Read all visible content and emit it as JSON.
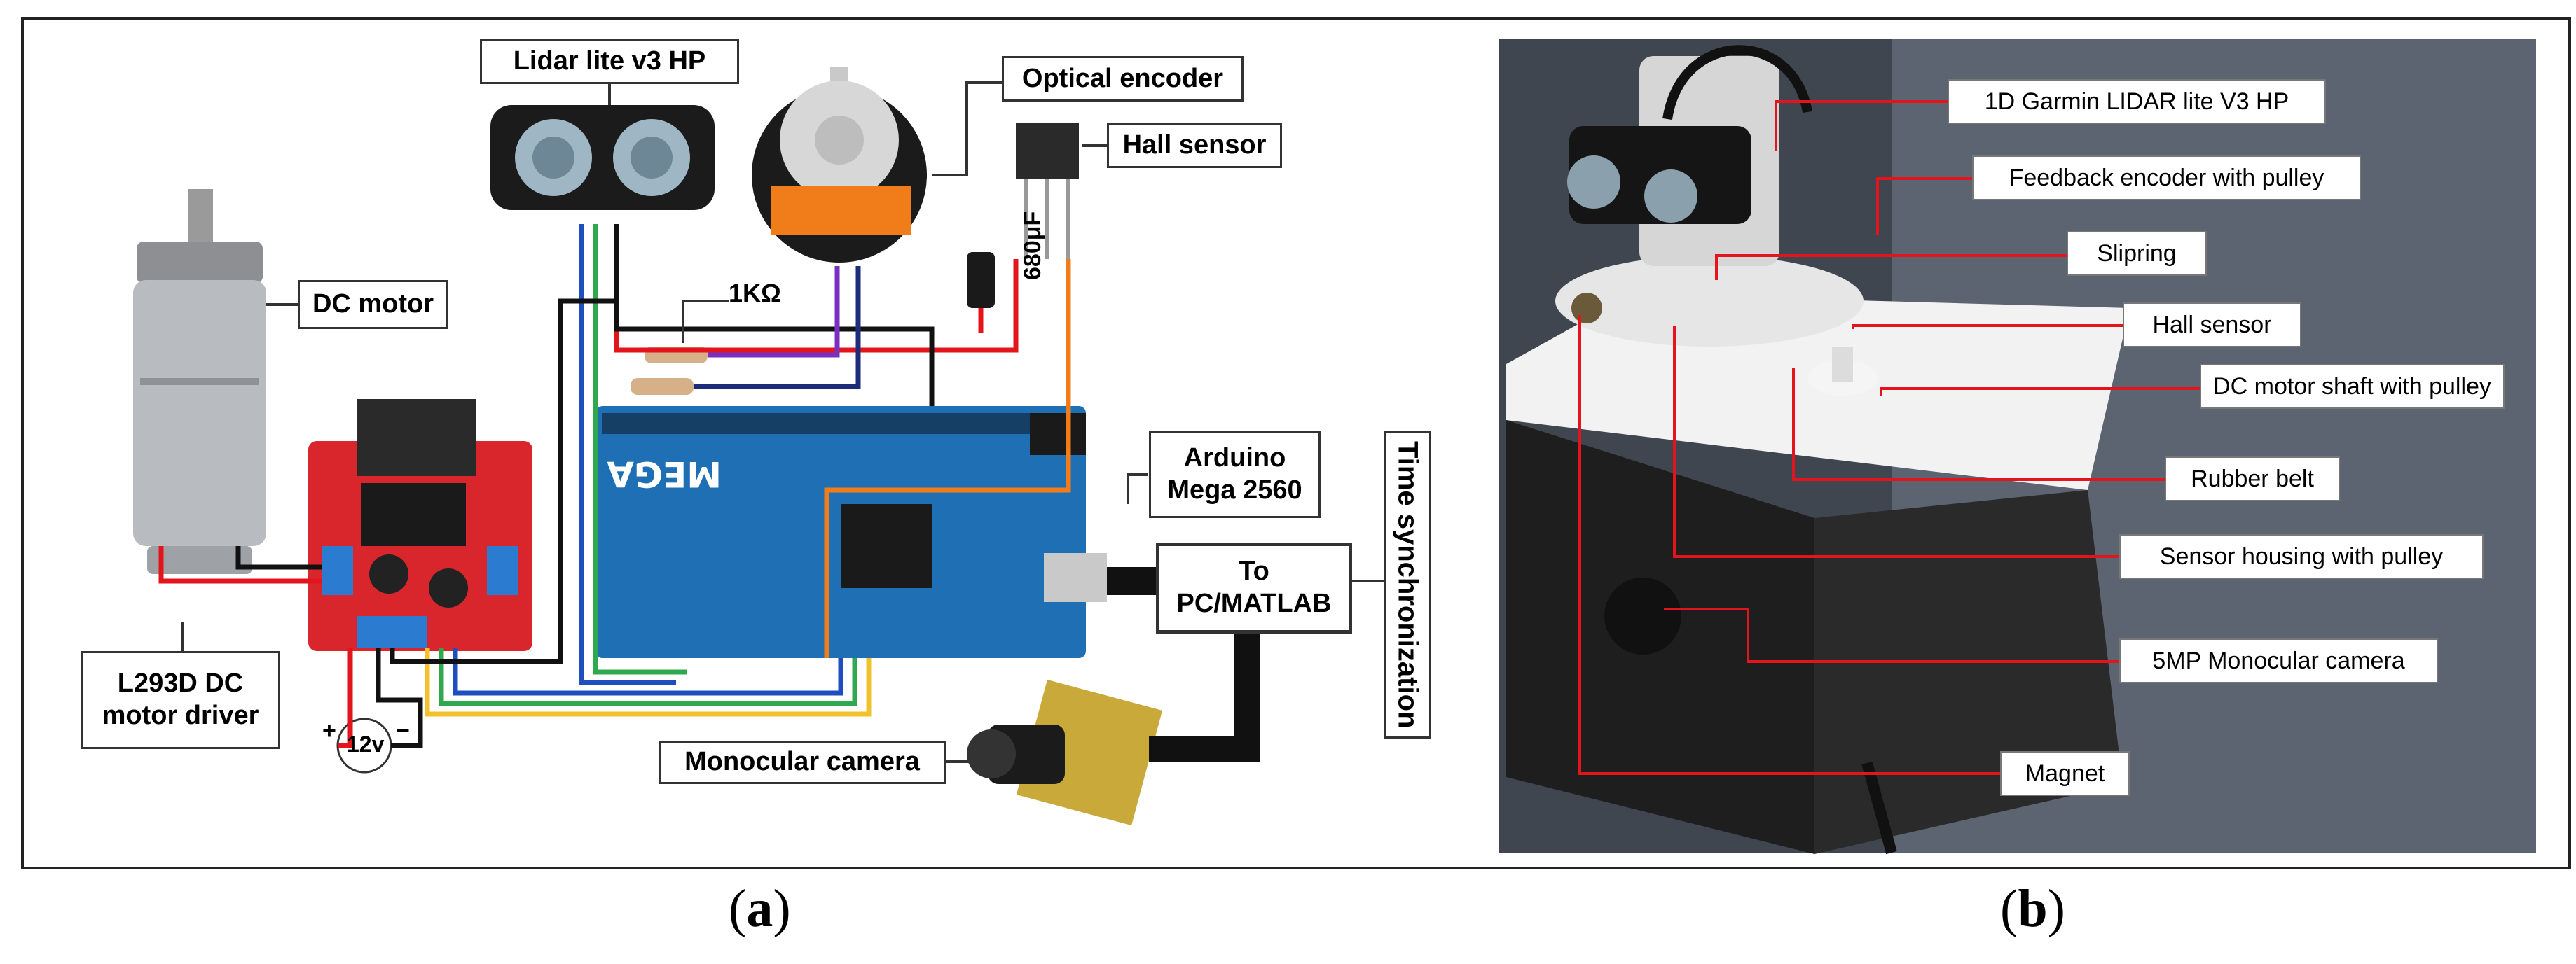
{
  "panel_a": {
    "labels": {
      "lidar": "Lidar lite v3 HP",
      "optical_encoder": "Optical encoder",
      "hall_sensor": "Hall sensor",
      "dc_motor": "DC motor",
      "resistor": "1KΩ",
      "capacitor": "680μF",
      "arduino_line1": "Arduino",
      "arduino_line2": "Mega 2560",
      "to_pc_line1": "To",
      "to_pc_line2": "PC/MATLAB",
      "time_sync": "Time synchronization",
      "driver_line1": "L293D DC",
      "driver_line2": "motor driver",
      "monocular_camera": "Monocular camera",
      "battery": "12v",
      "plus": "+",
      "minus": "−"
    },
    "caption_open": "(",
    "caption_letter": "a",
    "caption_close": ")"
  },
  "panel_b": {
    "labels": [
      "1D Garmin LIDAR lite V3 HP",
      "Feedback encoder with pulley",
      "Slipring",
      "Hall sensor",
      "DC motor shaft with pulley",
      "Rubber belt",
      "Sensor housing with pulley",
      "5MP Monocular camera",
      "Magnet"
    ],
    "caption_open": "(",
    "caption_letter": "b",
    "caption_close": ")"
  },
  "colors": {
    "wire_red": "#e3141b",
    "wire_black": "#111111",
    "wire_green": "#2fa84f",
    "wire_blue": "#1f4fbf",
    "wire_purple": "#7b2fbf",
    "wire_orange": "#f07d1a",
    "wire_yellow": "#f2c12e",
    "wire_navy": "#1d2b7a",
    "arduino_blue": "#1f6fb5",
    "driver_red": "#d9262c",
    "photo_bg": "#5b6470"
  }
}
